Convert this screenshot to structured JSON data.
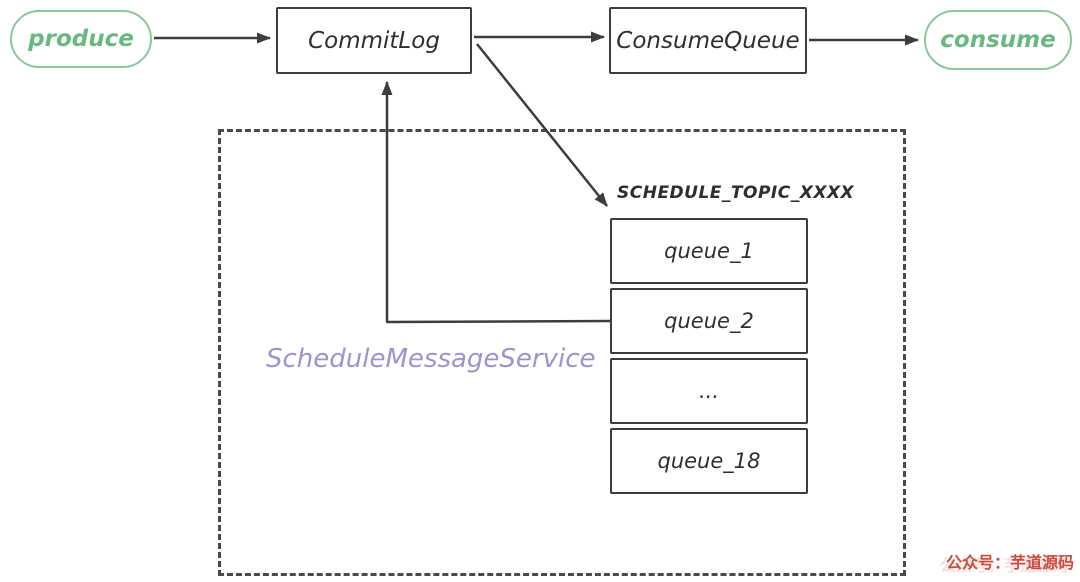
{
  "flow": {
    "produce": "produce",
    "commitlog": "CommitLog",
    "consumequeue": "ConsumeQueue",
    "consume": "consume"
  },
  "scheduler": {
    "service_label": "ScheduleMessageService",
    "topic_label": "SCHEDULE_TOPIC_XXXX",
    "queues": [
      "queue_1",
      "queue_2",
      "...",
      "queue_18"
    ]
  },
  "watermark": "公众号：芋道源码",
  "colors": {
    "line": "#3d3d3d",
    "box_border": "#3d3d3d",
    "dashed_border": "#4a4a4a",
    "green_border": "#8bc79b",
    "green_text": "#69b87e",
    "purple_text": "#9a94cf",
    "watermark_red": "#cf4a3d"
  }
}
